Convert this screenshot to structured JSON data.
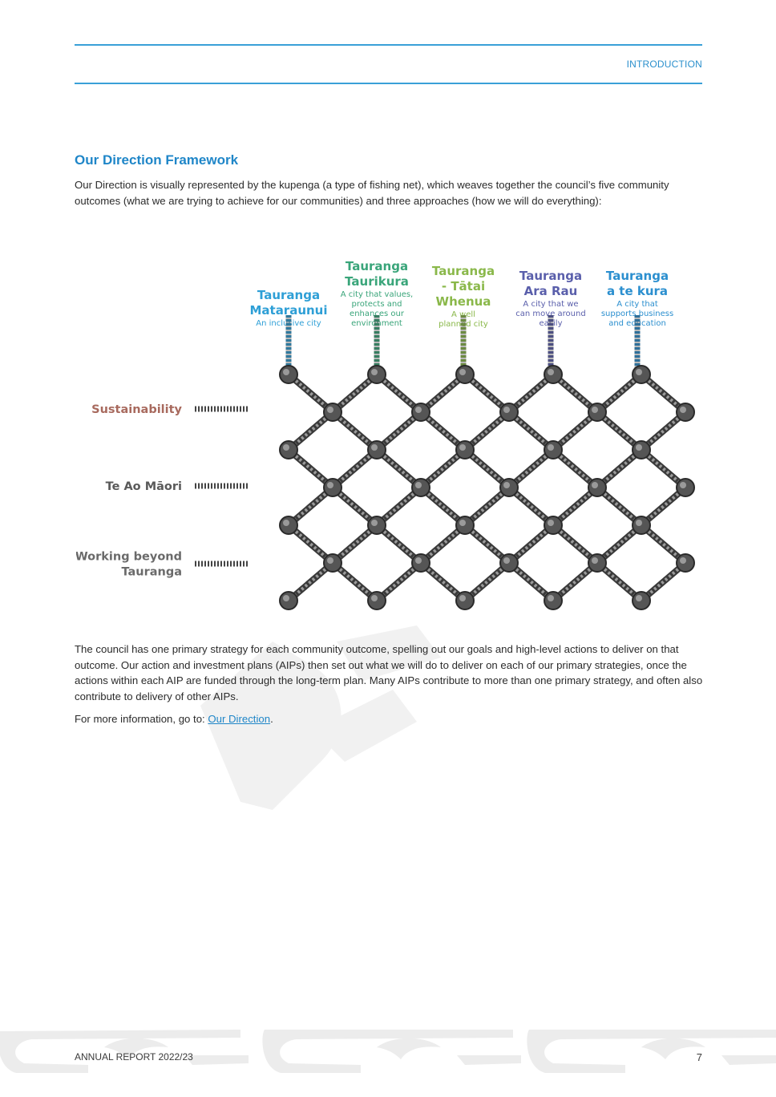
{
  "header": {
    "section": "INTRODUCTION"
  },
  "content": {
    "heading": "Our Direction Framework",
    "intro": "Our Direction is visually represented by the kupenga (a type of fishing net), which weaves together the council’s five community outcomes (what we are trying to achieve for our communities) and three approaches (how we will do everything):",
    "body1": "The council has one primary strategy for each community outcome, spelling out our goals and high-level actions to deliver on that outcome.  Our action and investment plans (AIPs) then set out what we will do to deliver on each of our primary strategies, once the actions within each AIP are funded through the long-term plan.  Many AIPs contribute to more than one primary strategy, and often also contribute to delivery of other AIPs.",
    "body2_prefix": "For more information, go to: ",
    "body2_link": "Our Direction",
    "body2_suffix": "."
  },
  "diagram": {
    "outcomes": [
      {
        "title1": "Tauranga",
        "title2": "Mataraunui",
        "title3": "",
        "desc": [
          "An inclusive city"
        ],
        "color": "#2e9fd6"
      },
      {
        "title1": "Tauranga",
        "title2": "Taurikura",
        "title3": "",
        "desc": [
          "A city that values,",
          "protects and",
          "enhances our",
          "environment"
        ],
        "color": "#3aa57a"
      },
      {
        "title1": "Tauranga",
        "title2": "- Tātai",
        "title3": "Whenua",
        "desc": [
          "A well",
          "planned city"
        ],
        "color": "#8ab84a"
      },
      {
        "title1": "Tauranga",
        "title2": "Ara Rau",
        "title3": "",
        "desc": [
          "A city that we",
          "can move around",
          "easily"
        ],
        "color": "#5a5fab"
      },
      {
        "title1": "Tauranga",
        "title2": "a te kura",
        "title3": "",
        "desc": [
          "A city that",
          "supports business",
          "and education"
        ],
        "color": "#2b8fcf"
      }
    ],
    "approaches": [
      {
        "lines": [
          "Sustainability"
        ],
        "color": "#a86a5e"
      },
      {
        "lines": [
          "Te Ao Māori"
        ],
        "color": "#5a5a5a"
      },
      {
        "lines": [
          "Working beyond",
          "Tauranga"
        ],
        "color": "#6a6a6a"
      }
    ],
    "rope_color": "#4a4a4a"
  },
  "footer": {
    "report": "ANNUAL REPORT 2022/23",
    "page": "7"
  }
}
